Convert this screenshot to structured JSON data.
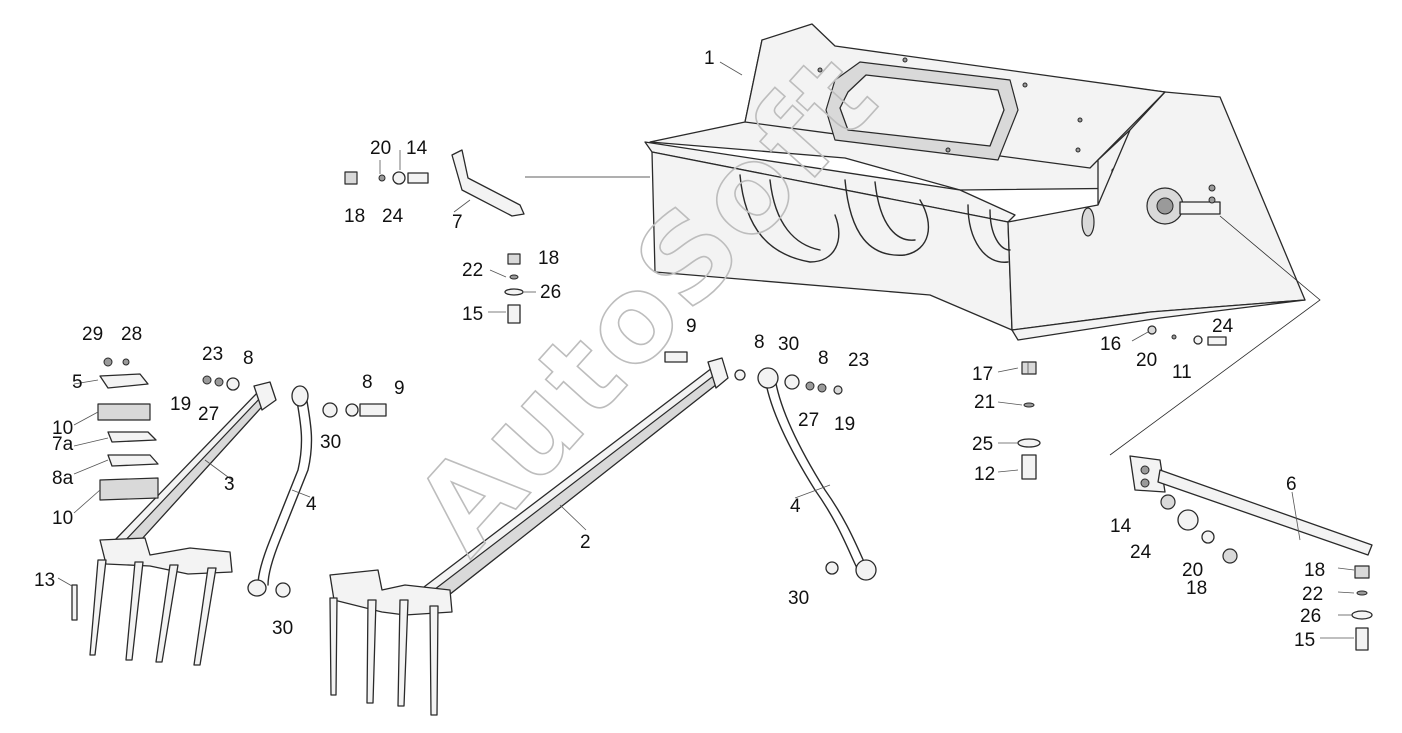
{
  "watermark": "AutoSoft",
  "callouts": {
    "c1": "1",
    "c2": "2",
    "c3": "3",
    "c4a": "4",
    "c4b": "4",
    "c5": "5",
    "c6": "6",
    "c7": "7",
    "c7a": "7a",
    "c8a": "8a",
    "c8_top_left": "8",
    "c8_left": "8",
    "c8_mid": "8",
    "c8_right": "8",
    "c9_left": "9",
    "c9_mid": "9",
    "c10_top": "10",
    "c10_bottom": "10",
    "c11": "11",
    "c12": "12",
    "c13": "13",
    "c14_top": "14",
    "c14_right": "14",
    "c15_top": "15",
    "c15_right": "15",
    "c16": "16",
    "c17": "17",
    "c18_top_left": "18",
    "c18_top_right": "18",
    "c18_right_a": "18",
    "c18_right_b": "18",
    "c19_left": "19",
    "c19_right": "19",
    "c20_top": "20",
    "c20_mid": "20",
    "c20_right": "20",
    "c21": "21",
    "c22_top": "22",
    "c22_right": "22",
    "c23_left": "23",
    "c23_right": "23",
    "c24_top": "24",
    "c24_mid": "24",
    "c24_right": "24",
    "c25": "25",
    "c26_top": "26",
    "c26_right": "26",
    "c27_left": "27",
    "c27_right": "27",
    "c28": "28",
    "c29": "29",
    "c30_left": "30",
    "c30_bottom": "30",
    "c30_top_right": "30",
    "c30_bottom_right": "30"
  }
}
